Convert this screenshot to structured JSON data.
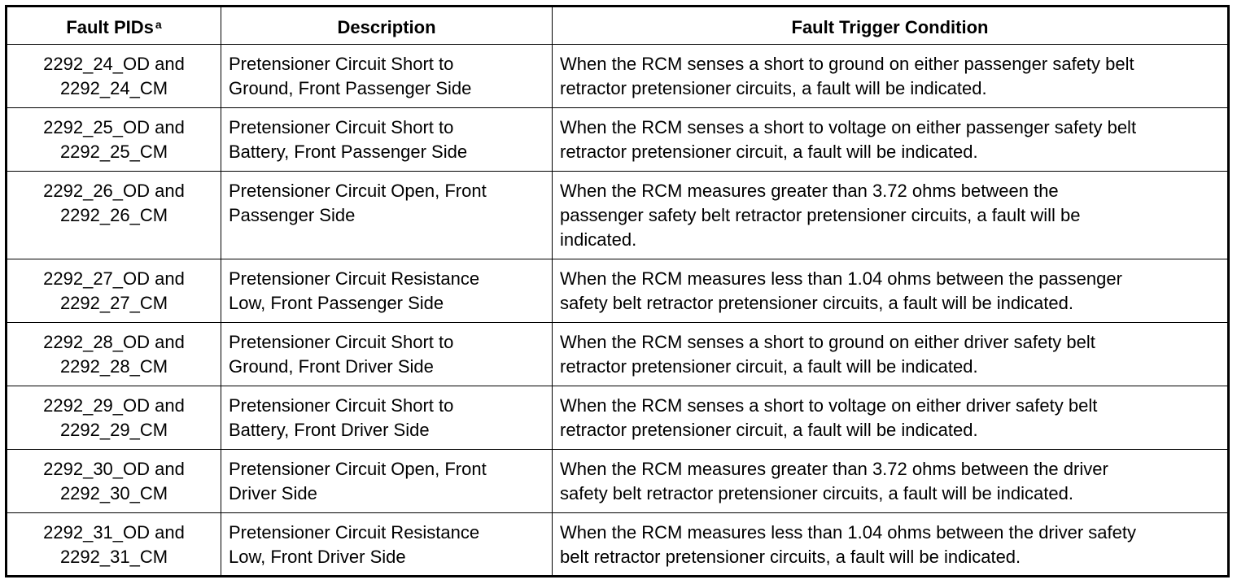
{
  "table": {
    "headers": {
      "fault_pids": "Fault PIDs",
      "fault_pids_footnote": "a",
      "description": "Description",
      "trigger": "Fault Trigger Condition"
    },
    "rows": [
      {
        "pid": [
          "2292_24_OD and",
          "2292_24_CM"
        ],
        "description": [
          "Pretensioner Circuit Short to",
          "Ground, Front Passenger Side"
        ],
        "condition": [
          "When the RCM senses a short to ground on either passenger safety belt",
          "retractor pretensioner circuits, a fault will be indicated."
        ]
      },
      {
        "pid": [
          "2292_25_OD and",
          "2292_25_CM"
        ],
        "description": [
          "Pretensioner Circuit Short to",
          "Battery, Front Passenger Side"
        ],
        "condition": [
          "When the RCM senses a short to voltage on either passenger safety belt",
          "retractor pretensioner circuit, a fault will be indicated."
        ]
      },
      {
        "pid": [
          "2292_26_OD and",
          "2292_26_CM"
        ],
        "description": [
          "Pretensioner Circuit Open, Front",
          "Passenger Side"
        ],
        "condition": [
          "When the RCM measures greater than 3.72 ohms between the",
          "passenger safety belt retractor pretensioner circuits, a fault will be",
          "indicated."
        ]
      },
      {
        "pid": [
          "2292_27_OD and",
          "2292_27_CM"
        ],
        "description": [
          "Pretensioner Circuit Resistance",
          "Low, Front Passenger Side"
        ],
        "condition": [
          "When the RCM measures less than 1.04 ohms between the passenger",
          "safety belt retractor pretensioner circuits, a fault will be indicated."
        ]
      },
      {
        "pid": [
          "2292_28_OD and",
          "2292_28_CM"
        ],
        "description": [
          "Pretensioner Circuit Short to",
          "Ground, Front Driver Side"
        ],
        "condition": [
          "When the RCM senses a short to ground on either driver safety belt",
          "retractor pretensioner circuit, a fault will be indicated."
        ]
      },
      {
        "pid": [
          "2292_29_OD and",
          "2292_29_CM"
        ],
        "description": [
          "Pretensioner Circuit Short to",
          "Battery, Front Driver Side"
        ],
        "condition": [
          "When the RCM senses a short to voltage on either driver safety belt",
          "retractor pretensioner circuit, a fault will be indicated."
        ]
      },
      {
        "pid": [
          "2292_30_OD and",
          "2292_30_CM"
        ],
        "description": [
          "Pretensioner Circuit Open, Front",
          "Driver Side"
        ],
        "condition": [
          "When the RCM measures greater than 3.72 ohms between the driver",
          "safety belt retractor pretensioner circuits, a fault will be indicated."
        ]
      },
      {
        "pid": [
          "2292_31_OD and",
          "2292_31_CM"
        ],
        "description": [
          "Pretensioner Circuit Resistance",
          "Low, Front Driver Side"
        ],
        "condition": [
          "When the RCM measures less than 1.04 ohms between the driver safety",
          "belt retractor pretensioner circuits, a fault will be indicated."
        ]
      }
    ]
  }
}
